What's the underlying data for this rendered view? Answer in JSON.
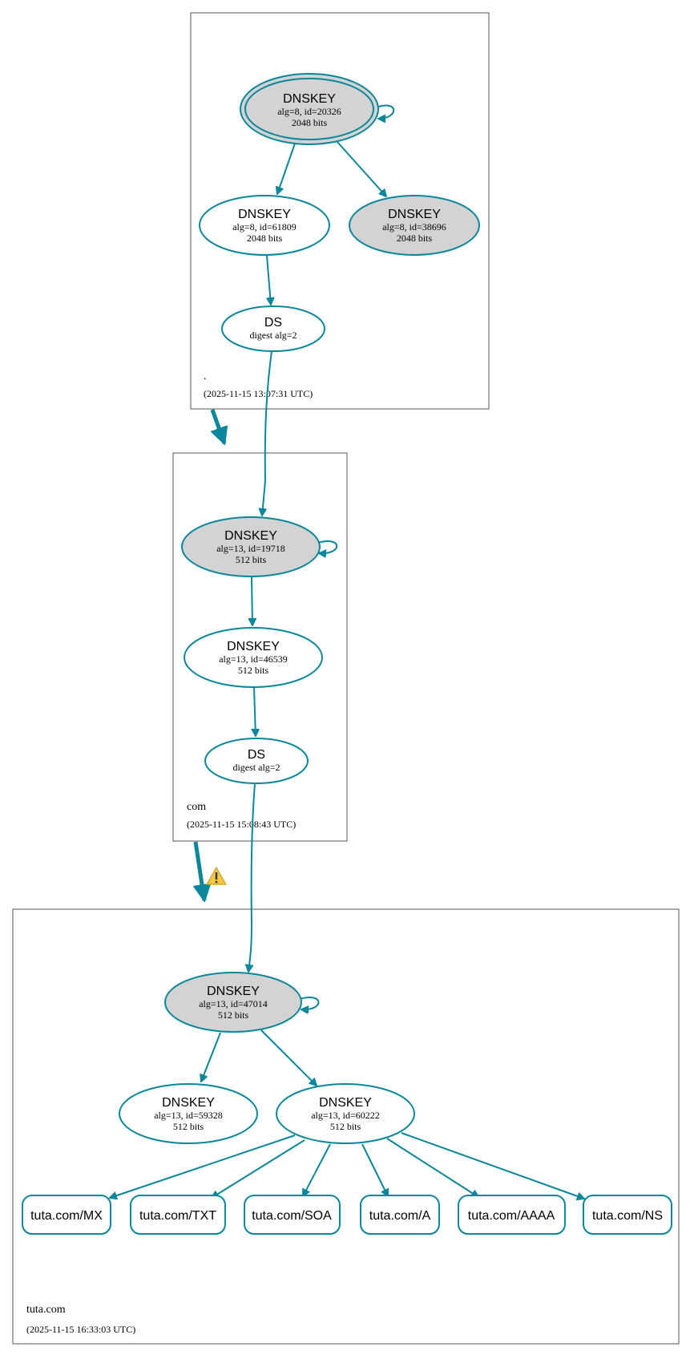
{
  "colors": {
    "edge": "#0a879a",
    "trusted_fill": "#d3d3d3",
    "zone_border": "#555555",
    "warning": "#f0c000"
  },
  "zones": {
    "root": {
      "name": ".",
      "timestamp": "(2025-11-15 13:07:31 UTC)"
    },
    "com": {
      "name": "com",
      "timestamp": "(2025-11-15 15:08:43 UTC)"
    },
    "tuta": {
      "name": "tuta.com",
      "timestamp": "(2025-11-15 16:33:03 UTC)"
    }
  },
  "nodes": {
    "root_ksk": {
      "type": "DNSKEY",
      "detail": "alg=8, id=20326",
      "size": "2048 bits"
    },
    "root_zsk": {
      "type": "DNSKEY",
      "detail": "alg=8, id=61809",
      "size": "2048 bits"
    },
    "root_key2": {
      "type": "DNSKEY",
      "detail": "alg=8, id=38696",
      "size": "2048 bits"
    },
    "root_ds": {
      "type": "DS",
      "detail": "digest alg=2"
    },
    "com_ksk": {
      "type": "DNSKEY",
      "detail": "alg=13, id=19718",
      "size": "512 bits"
    },
    "com_zsk": {
      "type": "DNSKEY",
      "detail": "alg=13, id=46539",
      "size": "512 bits"
    },
    "com_ds": {
      "type": "DS",
      "detail": "digest alg=2"
    },
    "tuta_ksk": {
      "type": "DNSKEY",
      "detail": "alg=13, id=47014",
      "size": "512 bits"
    },
    "tuta_key_a": {
      "type": "DNSKEY",
      "detail": "alg=13, id=59328",
      "size": "512 bits"
    },
    "tuta_zsk": {
      "type": "DNSKEY",
      "detail": "alg=13, id=60222",
      "size": "512 bits"
    }
  },
  "rrsets": [
    "tuta.com/MX",
    "tuta.com/TXT",
    "tuta.com/SOA",
    "tuta.com/A",
    "tuta.com/AAAA",
    "tuta.com/NS"
  ],
  "icons": {
    "delegation_warning": "warning-icon"
  }
}
